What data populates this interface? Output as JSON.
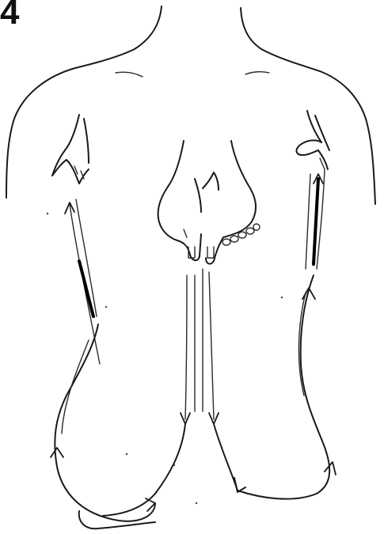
{
  "figure": {
    "number": "4"
  },
  "palette": {
    "ink": "#1a1a1a",
    "background": "#ffffff"
  },
  "drawing": {
    "subject": "back-view-massage-stroke-illustration",
    "elements": [
      "neck",
      "shoulders",
      "back",
      "hands",
      "stroke-arrows"
    ]
  }
}
